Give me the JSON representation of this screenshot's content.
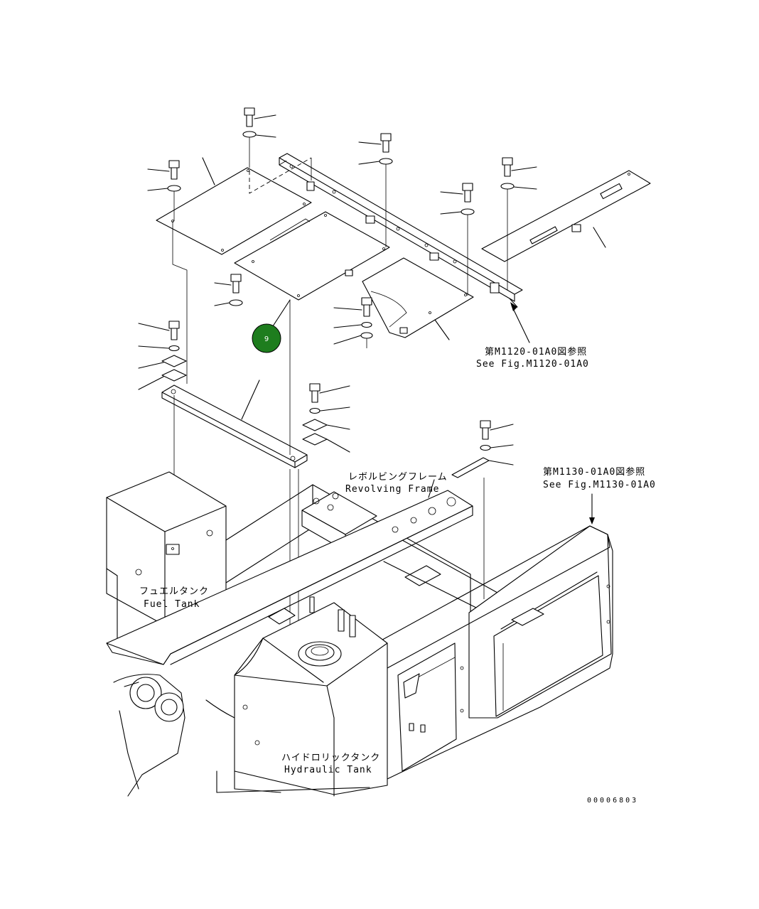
{
  "labels": {
    "ref_m1120_jp": "第M1120-01A0図参照",
    "ref_m1120_en": "See Fig.M1120-01A0",
    "ref_m1130_jp": "第M1130-01A0図参照",
    "ref_m1130_en": "See Fig.M1130-01A0",
    "revolving_frame_jp": "レボルビングフレーム",
    "revolving_frame_en": "Revolving Frame",
    "fuel_tank_jp": "フュエルタンク",
    "fuel_tank_en": "Fuel Tank",
    "hydraulic_tank_jp": "ハイドロリックタンク",
    "hydraulic_tank_en": "Hydraulic Tank"
  },
  "callout": {
    "number": "9",
    "color": "#1e7d1e"
  },
  "drawing_code": "00006803"
}
